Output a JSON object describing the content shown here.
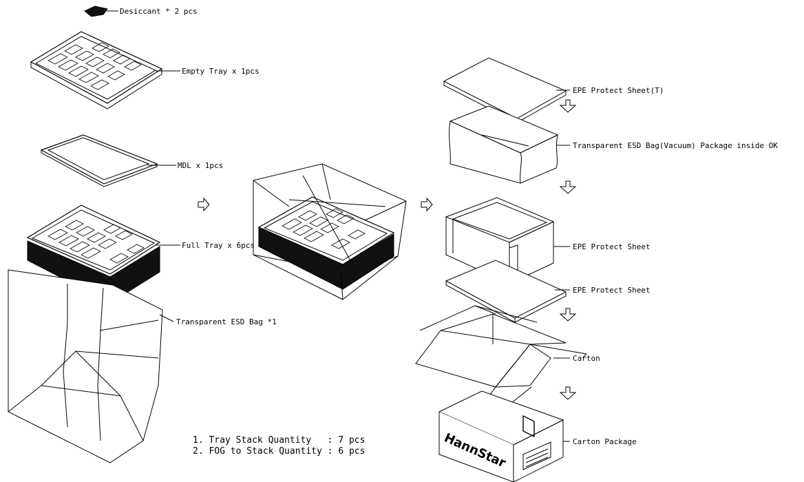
{
  "labels": {
    "desiccant": "Desiccant * 2 pcs",
    "empty_tray": "Empty Tray x 1pcs",
    "mdl": "MDL x 1pcs",
    "full_tray": "Full Tray x 6pcs",
    "esd_bag": "Transparent ESD Bag *1",
    "epe_top": "EPE Protect Sheet(T)",
    "esd_vacuum": "Transparent ESD Bag(Vacuum) Package inside  OK",
    "epe_protect_1": "EPE Protect Sheet",
    "epe_protect_2": "EPE Protect Sheet",
    "carton": "Carton",
    "carton_package": "Carton Package"
  },
  "notes": {
    "line1": "1. Tray Stack Quantity   : 7 pcs",
    "line2": "2. FOG to Stack Quantity : 6 pcs"
  },
  "carton_brand": "HannStar"
}
